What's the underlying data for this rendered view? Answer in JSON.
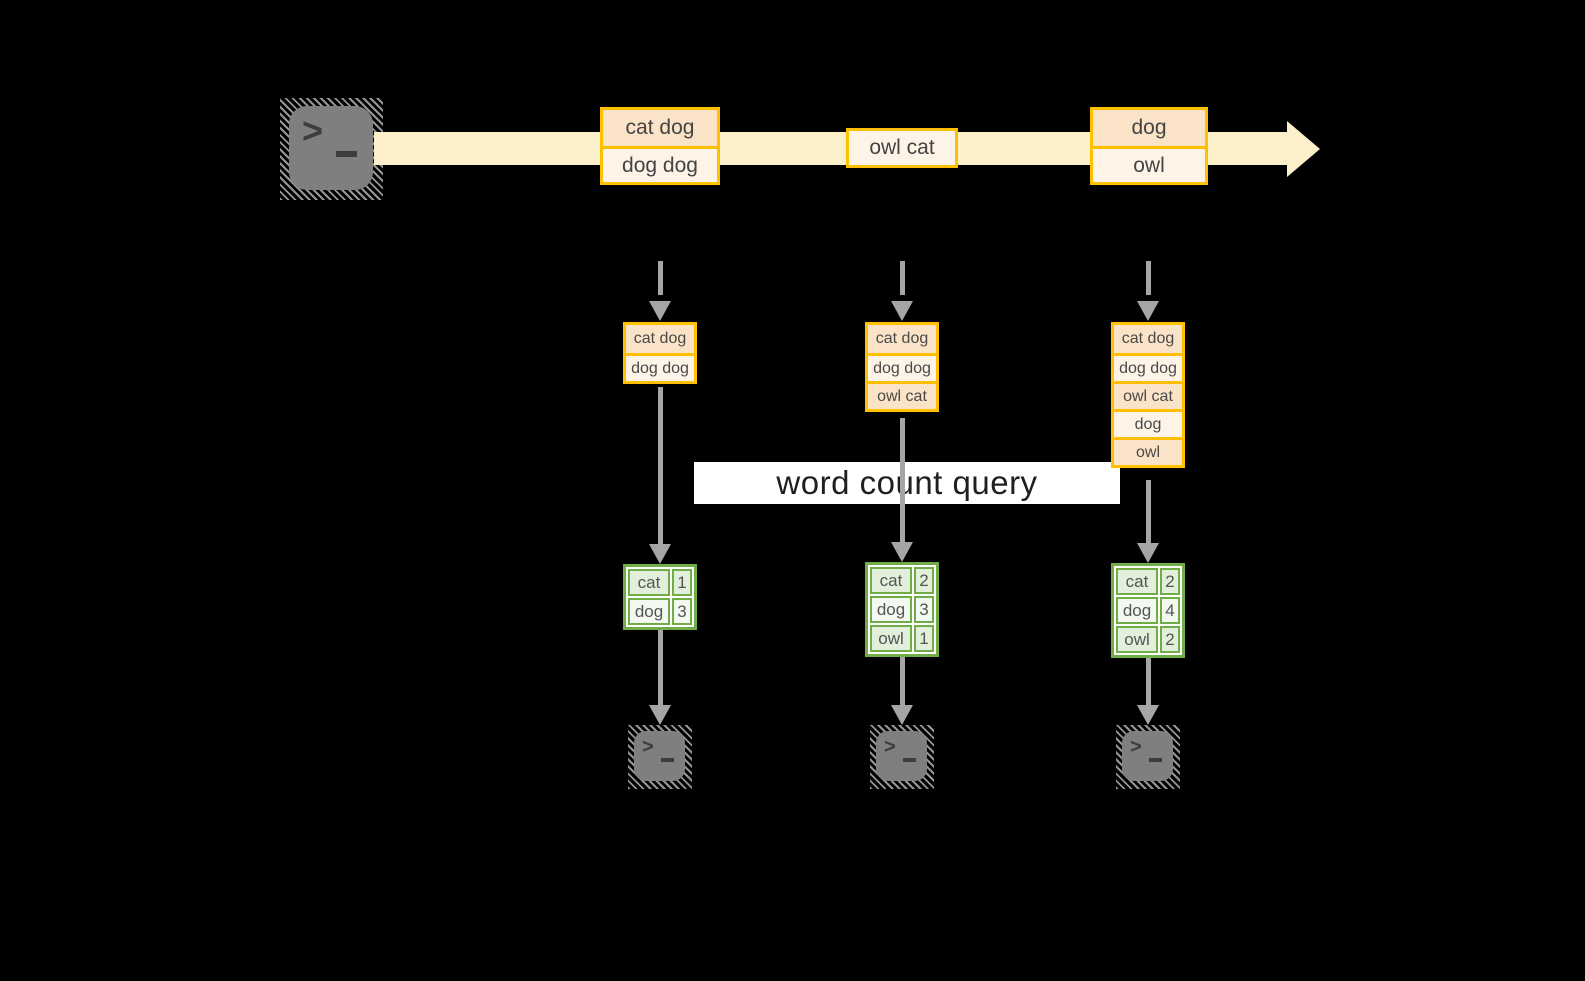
{
  "diagram": {
    "banner_label": "word count query",
    "terminal_prompt": ">"
  },
  "colors": {
    "accent_gold": "#FFC000",
    "peach_fill": "#FAE3C6",
    "cream_fill": "#FDF3E7",
    "stream_yellow": "#FBF0CA",
    "green_border": "#70AD47",
    "green_cell": "#E2EFDA",
    "green_cell_alt": "#F3F8F0",
    "arrow_gray": "#A5A5A5",
    "terminal_gray": "#7F7F7F",
    "banner_bg": "#FFFFFF",
    "text_dark": "#404040",
    "background": "#000000"
  },
  "stream": {
    "events": [
      {
        "rows": [
          "cat dog",
          "dog dog"
        ]
      },
      {
        "rows": [
          "owl cat"
        ]
      },
      {
        "rows": [
          "dog",
          "owl"
        ]
      }
    ]
  },
  "pipelines": [
    {
      "buffer_rows": [
        "cat dog",
        "dog dog"
      ],
      "counts": [
        {
          "word": "cat",
          "count": "1"
        },
        {
          "word": "dog",
          "count": "3"
        }
      ]
    },
    {
      "buffer_rows": [
        "cat dog",
        "dog dog",
        "owl cat"
      ],
      "counts": [
        {
          "word": "cat",
          "count": "2"
        },
        {
          "word": "dog",
          "count": "3"
        },
        {
          "word": "owl",
          "count": "1"
        }
      ]
    },
    {
      "buffer_rows": [
        "cat dog",
        "dog dog",
        "owl cat",
        "dog",
        "owl"
      ],
      "counts": [
        {
          "word": "cat",
          "count": "2"
        },
        {
          "word": "dog",
          "count": "4"
        },
        {
          "word": "owl",
          "count": "2"
        }
      ]
    }
  ]
}
